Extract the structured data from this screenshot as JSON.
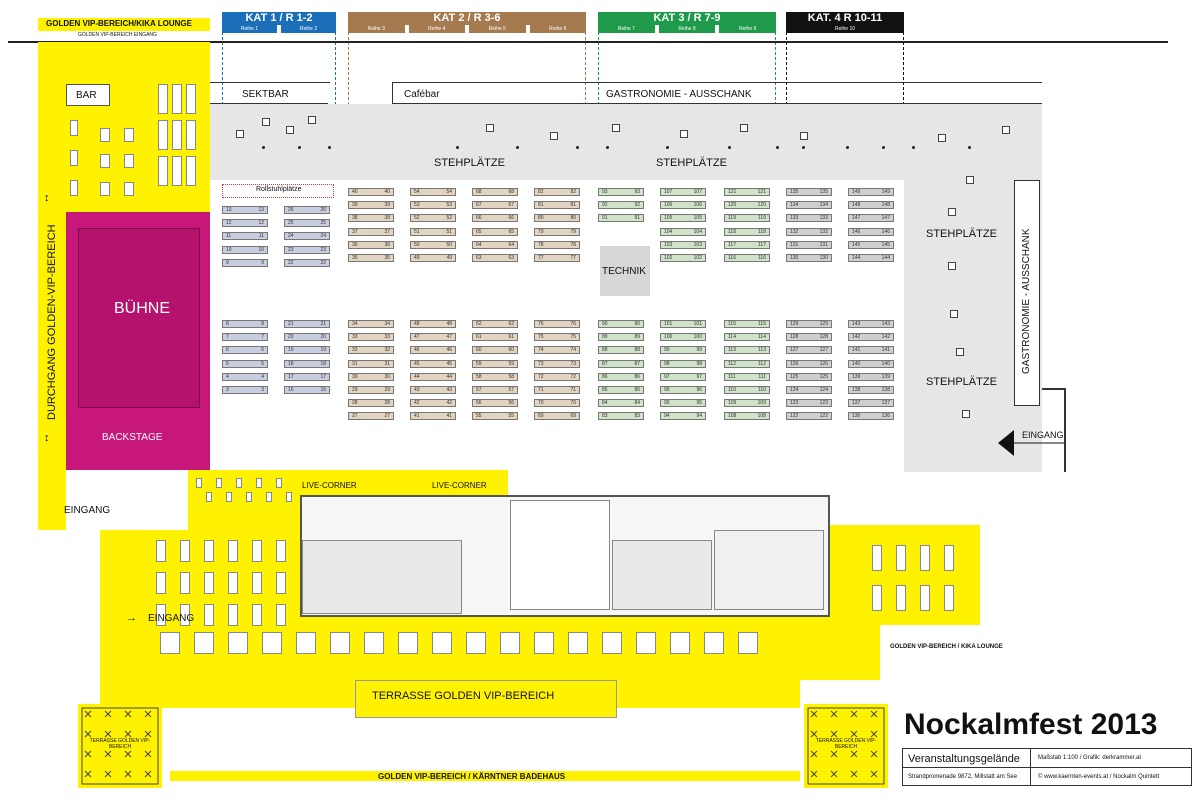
{
  "header": {
    "vip_lounge": "GOLDEN VIP-BEREICH/KIKA LOUNGE",
    "vip_entrance": "GOLDEN VIP-BEREICH EINGANG"
  },
  "categories": [
    {
      "label": "KAT 1 / R 1-2",
      "color": "#1a6fb8",
      "rows": [
        "Reihe 1",
        "Reihe 2"
      ]
    },
    {
      "label": "KAT 2 / R 3-6",
      "color": "#a67a4f",
      "rows": [
        "Reihe 3",
        "Reihe 4",
        "Reihe 5",
        "Reihe 6"
      ]
    },
    {
      "label": "KAT 3 / R 7-9",
      "color": "#1f9a4a",
      "rows": [
        "Reihe 7",
        "Reihe 8",
        "Reihe 9"
      ]
    },
    {
      "label": "KAT. 4 R 10-11",
      "color": "#111111",
      "rows": [
        "Reihe 10"
      ]
    }
  ],
  "labels": {
    "bar": "BAR",
    "sektbar": "SEKTBAR",
    "cafebar": "Cafébar",
    "gastro_top": "GASTRONOMIE - AUSSCHANK",
    "gastro_right": "GASTRONOMIE - AUSSCHANK",
    "stehplaetze_1": "STEHPLÄTZE",
    "stehplaetze_2": "STEHPLÄTZE",
    "stehplaetze_3": "STEHPLÄTZE",
    "stehplaetze_4": "STEHPLÄTZE",
    "rollstuhl": "Rollstuhlplätze",
    "technik": "TECHNIK",
    "buehne": "BÜHNE",
    "backstage": "BACKSTAGE",
    "durchgang": "DURCHGANG GOLDEN-VIP-BEREICH",
    "eingang_right": "EINGANG",
    "eingang_left": "EINGANG",
    "eingang_vip": "EINGANG",
    "live_corner_1": "LIVE-CORNER",
    "live_corner_2": "LIVE-CORNER",
    "terrasse": "TERRASSE GOLDEN VIP-BEREICH",
    "terrasse_small_1": "TERRASSE GOLDEN VIP-BEREICH",
    "terrasse_small_2": "TERRASSE GOLDEN VIP-BEREICH",
    "kika_lounge_bottom": "GOLDEN VIP-BEREICH / KIKA LOUNGE",
    "badehaus": "GOLDEN VIP-BEREICH / KÄRNTNER BADEHAUS"
  },
  "seat_blocks": {
    "upper": [
      {
        "cat": "k1",
        "rows": [
          [
            13,
            13
          ],
          [
            12,
            12
          ],
          [
            11,
            11
          ],
          [
            10,
            10
          ],
          [
            9,
            9
          ]
        ]
      },
      {
        "cat": "k1",
        "rows": [
          [
            26,
            26
          ],
          [
            25,
            25
          ],
          [
            24,
            24
          ],
          [
            23,
            23
          ],
          [
            22,
            22
          ]
        ]
      },
      {
        "cat": "k2",
        "rows": [
          [
            40,
            40
          ],
          [
            39,
            39
          ],
          [
            38,
            38
          ],
          [
            37,
            37
          ],
          [
            36,
            36
          ],
          [
            35,
            35
          ]
        ]
      },
      {
        "cat": "k2",
        "rows": [
          [
            54,
            54
          ],
          [
            53,
            53
          ],
          [
            52,
            52
          ],
          [
            51,
            51
          ],
          [
            50,
            50
          ],
          [
            49,
            49
          ]
        ]
      },
      {
        "cat": "k2",
        "rows": [
          [
            68,
            68
          ],
          [
            67,
            67
          ],
          [
            66,
            66
          ],
          [
            65,
            65
          ],
          [
            64,
            64
          ],
          [
            63,
            63
          ]
        ]
      },
      {
        "cat": "k2",
        "rows": [
          [
            82,
            82
          ],
          [
            81,
            81
          ],
          [
            80,
            80
          ],
          [
            79,
            79
          ],
          [
            78,
            78
          ],
          [
            77,
            77
          ]
        ]
      },
      {
        "cat": "k3",
        "rows": [
          [
            93,
            93
          ],
          [
            92,
            92
          ],
          [
            91,
            91
          ]
        ]
      },
      {
        "cat": "k3",
        "rows": [
          [
            107,
            107
          ],
          [
            106,
            106
          ],
          [
            105,
            105
          ],
          [
            104,
            104
          ],
          [
            103,
            103
          ],
          [
            102,
            102
          ]
        ]
      },
      {
        "cat": "k3",
        "rows": [
          [
            121,
            121
          ],
          [
            120,
            120
          ],
          [
            119,
            119
          ],
          [
            118,
            118
          ],
          [
            117,
            117
          ],
          [
            116,
            116
          ]
        ]
      },
      {
        "cat": "k4",
        "rows": [
          [
            135,
            135
          ],
          [
            134,
            134
          ],
          [
            133,
            133
          ],
          [
            132,
            132
          ],
          [
            131,
            131
          ],
          [
            130,
            130
          ]
        ]
      },
      {
        "cat": "k4",
        "rows": [
          [
            149,
            149
          ],
          [
            148,
            148
          ],
          [
            147,
            147
          ],
          [
            146,
            146
          ],
          [
            145,
            145
          ],
          [
            144,
            144
          ]
        ]
      }
    ],
    "lower": [
      {
        "cat": "k1",
        "rows": [
          [
            8,
            8
          ],
          [
            7,
            7
          ],
          [
            6,
            6
          ],
          [
            5,
            5
          ],
          [
            4,
            4
          ],
          [
            3,
            3
          ]
        ]
      },
      {
        "cat": "k1",
        "rows": [
          [
            21,
            21
          ],
          [
            20,
            20
          ],
          [
            19,
            19
          ],
          [
            18,
            18
          ],
          [
            17,
            17
          ],
          [
            16,
            16
          ]
        ]
      },
      {
        "cat": "k2",
        "rows": [
          [
            34,
            34
          ],
          [
            33,
            33
          ],
          [
            32,
            32
          ],
          [
            31,
            31
          ],
          [
            30,
            30
          ],
          [
            29,
            29
          ],
          [
            28,
            28
          ],
          [
            27,
            27
          ]
        ]
      },
      {
        "cat": "k2",
        "rows": [
          [
            48,
            48
          ],
          [
            47,
            47
          ],
          [
            46,
            46
          ],
          [
            45,
            45
          ],
          [
            44,
            44
          ],
          [
            43,
            43
          ],
          [
            42,
            42
          ],
          [
            41,
            41
          ]
        ]
      },
      {
        "cat": "k2",
        "rows": [
          [
            62,
            62
          ],
          [
            61,
            61
          ],
          [
            60,
            60
          ],
          [
            59,
            59
          ],
          [
            58,
            58
          ],
          [
            57,
            57
          ],
          [
            56,
            56
          ],
          [
            55,
            55
          ]
        ]
      },
      {
        "cat": "k2",
        "rows": [
          [
            76,
            76
          ],
          [
            75,
            75
          ],
          [
            74,
            74
          ],
          [
            73,
            73
          ],
          [
            72,
            72
          ],
          [
            71,
            71
          ],
          [
            70,
            70
          ],
          [
            69,
            69
          ]
        ]
      },
      {
        "cat": "k3",
        "rows": [
          [
            90,
            90
          ],
          [
            89,
            89
          ],
          [
            88,
            88
          ],
          [
            87,
            87
          ],
          [
            86,
            86
          ],
          [
            85,
            85
          ],
          [
            84,
            84
          ],
          [
            83,
            83
          ]
        ]
      },
      {
        "cat": "k3",
        "rows": [
          [
            101,
            101
          ],
          [
            100,
            100
          ],
          [
            99,
            99
          ],
          [
            98,
            98
          ],
          [
            97,
            97
          ],
          [
            96,
            96
          ],
          [
            95,
            95
          ],
          [
            94,
            94
          ]
        ]
      },
      {
        "cat": "k3",
        "rows": [
          [
            115,
            115
          ],
          [
            114,
            114
          ],
          [
            113,
            113
          ],
          [
            112,
            112
          ],
          [
            111,
            111
          ],
          [
            110,
            110
          ],
          [
            109,
            109
          ],
          [
            108,
            108
          ]
        ]
      },
      {
        "cat": "k4",
        "rows": [
          [
            129,
            129
          ],
          [
            128,
            128
          ],
          [
            127,
            127
          ],
          [
            126,
            126
          ],
          [
            125,
            125
          ],
          [
            124,
            124
          ],
          [
            123,
            123
          ],
          [
            122,
            122
          ]
        ]
      },
      {
        "cat": "k4",
        "rows": [
          [
            143,
            143
          ],
          [
            142,
            142
          ],
          [
            141,
            141
          ],
          [
            140,
            140
          ],
          [
            139,
            139
          ],
          [
            138,
            138
          ],
          [
            137,
            137
          ],
          [
            136,
            136
          ]
        ]
      }
    ]
  },
  "footer": {
    "title": "Nockalmfest 2013",
    "subtitle": "Veranstaltungsgelände",
    "scale": "Maßstab 1:100 / Grafik: derkrammer.at",
    "address": "Strandpromenade 9872, Millstatt am See",
    "web": "© www.kaernten-events.at / Nockalm Quintett"
  }
}
